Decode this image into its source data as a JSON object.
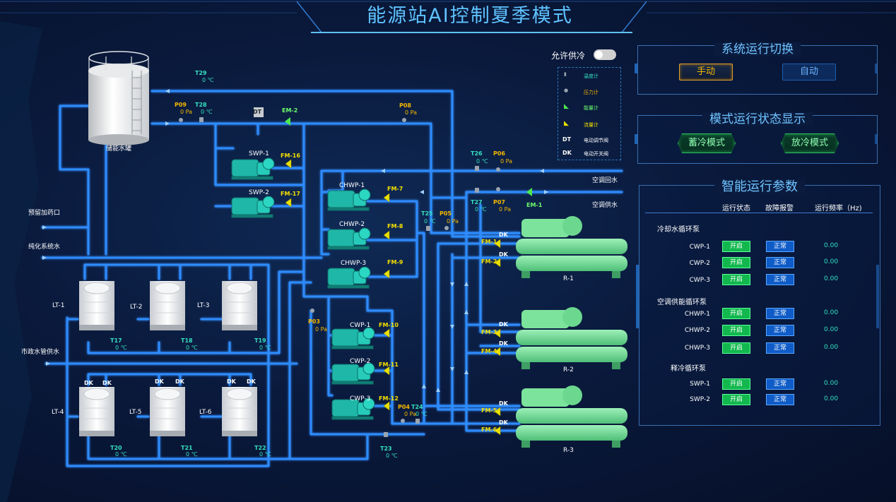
{
  "title": "能源站AI控制夏季模式",
  "allow_cooling": {
    "label": "允许供冷",
    "on": true
  },
  "legend": {
    "temp": "温度计",
    "pressure": "压力计",
    "energy": "能量计",
    "flow": "流量计",
    "dt_key": "DT",
    "dt": "电动调节阀",
    "dk_key": "DK",
    "dk": "电动开关阀"
  },
  "tank": {
    "label": "储能水罐"
  },
  "inlets": {
    "reserve_dosing": "预留加药口",
    "pure_water": "纯化系统水",
    "city_water": "市政水管供水",
    "ac_return": "空调回水",
    "ac_supply": "空调供水"
  },
  "sensors": {
    "T29": {
      "label": "T29",
      "value": "0 ℃"
    },
    "T28": {
      "label": "T28",
      "value": "0 ℃"
    },
    "P09": {
      "label": "P09",
      "value": "0 Pa"
    },
    "P08": {
      "label": "P08",
      "value": "0 Pa"
    },
    "T26": {
      "label": "T26",
      "value": "0 ℃"
    },
    "P06": {
      "label": "P06",
      "value": "0 Pa"
    },
    "T27": {
      "label": "T27",
      "value": "0 ℃"
    },
    "P07": {
      "label": "P07",
      "value": "0 Pa"
    },
    "T25": {
      "label": "T25",
      "value": "0 ℃"
    },
    "P05": {
      "label": "P05",
      "value": "0 Pa"
    },
    "P03": {
      "label": "P03",
      "value": "0 Pa"
    },
    "P04": {
      "label": "P04",
      "value": "0 Pa"
    },
    "T24": {
      "label": "T24",
      "value": "0 ℃"
    },
    "T23": {
      "label": "T23",
      "value": "0 ℃"
    },
    "T17": {
      "label": "T17",
      "value": "0 ℃"
    },
    "T18": {
      "label": "T18",
      "value": "0 ℃"
    },
    "T19": {
      "label": "T19",
      "value": "0 ℃"
    },
    "T20": {
      "label": "T20",
      "value": "0 ℃"
    },
    "T21": {
      "label": "T21",
      "value": "0 ℃"
    },
    "T22": {
      "label": "T22",
      "value": "0 ℃"
    }
  },
  "meters": {
    "EM2": "EM-2",
    "EM1": "EM-1",
    "FM16": "FM-16",
    "FM17": "FM-17",
    "FM7": "FM-7",
    "FM8": "FM-8",
    "FM9": "FM-9",
    "FM10": "FM-10",
    "FM11": "FM-11",
    "FM12": "FM-12",
    "FM1": "FM-1",
    "FM2": "FM-2",
    "FM3": "FM-3",
    "FM4": "FM-4",
    "FM5": "FM-5",
    "FM6": "FM-6",
    "DT": "DT",
    "DK": "DK"
  },
  "pumps": {
    "SWP1": "SWP-1",
    "SWP2": "SWP-2",
    "CHWP1": "CHWP-1",
    "CHWP2": "CHWP-2",
    "CHWP3": "CHWP-3",
    "CWP1": "CWP-1",
    "CWP2": "CWP-2",
    "CWP3": "CWP-3"
  },
  "towers": {
    "LT1": "LT-1",
    "LT2": "LT-2",
    "LT3": "LT-3",
    "LT4": "LT-4",
    "LT5": "LT-5",
    "LT6": "LT-6"
  },
  "chillers": {
    "R1": "R-1",
    "R2": "R-2",
    "R3": "R-3"
  },
  "switch_panel": {
    "title": "系统运行切换",
    "manual": "手动",
    "auto": "自动"
  },
  "mode_panel": {
    "title": "模式运行状态显示",
    "store": "蓄冷模式",
    "release": "放冷模式"
  },
  "params_panel": {
    "title": "智能运行参数",
    "headers": {
      "status": "运行状态",
      "fault": "故障报警",
      "freq": "运行频率（Hz)"
    },
    "groups": [
      {
        "name": "冷却水循环泵",
        "rows": [
          {
            "name": "CWP-1",
            "status": "开启",
            "fault": "正常",
            "freq": "0.00"
          },
          {
            "name": "CWP-2",
            "status": "开启",
            "fault": "正常",
            "freq": "0.00"
          },
          {
            "name": "CWP-3",
            "status": "开启",
            "fault": "正常",
            "freq": "0.00"
          }
        ]
      },
      {
        "name": "空调供能循环泵",
        "rows": [
          {
            "name": "CHWP-1",
            "status": "开启",
            "fault": "正常",
            "freq": "0.00"
          },
          {
            "name": "CHWP-2",
            "status": "开启",
            "fault": "正常",
            "freq": "0.00"
          },
          {
            "name": "CHWP-3",
            "status": "开启",
            "fault": "正常",
            "freq": "0.00"
          }
        ]
      },
      {
        "name": "释冷循环泵",
        "rows": [
          {
            "name": "SWP-1",
            "status": "开启",
            "fault": "正常",
            "freq": "0.00"
          },
          {
            "name": "SWP-2",
            "status": "开启",
            "fault": "正常",
            "freq": "0.00"
          }
        ]
      }
    ]
  },
  "colors": {
    "pipe": "#2f8cff",
    "accent": "#5fc3ff",
    "on": "#12b84e",
    "ok": "#0f5cc8"
  }
}
